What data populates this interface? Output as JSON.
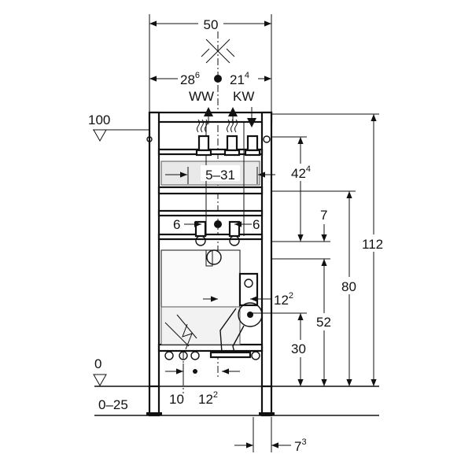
{
  "dimensions": {
    "total_width": "50",
    "left_offset": {
      "base": "28",
      "sup": "6"
    },
    "right_offset": {
      "base": "21",
      "sup": "4"
    },
    "warm_water": "WW",
    "cold_water": "KW",
    "level_top": "100",
    "level_floor": "0",
    "floor_range": "0–25",
    "supply_spacing": "5–31",
    "supply_height": {
      "base": "42",
      "sup": "4"
    },
    "drop_7": "7",
    "left_6": "6",
    "right_6": "6",
    "total_height": "112",
    "height_80": "80",
    "height_52": "52",
    "height_30": "30",
    "drain_offset": {
      "base": "12",
      "sup": "2"
    },
    "bottom_10": "10",
    "bottom_offset": {
      "base": "12",
      "sup": "2"
    },
    "foot_depth": {
      "base": "7",
      "sup": "3"
    }
  },
  "colors": {
    "line": "#111111",
    "background": "#ffffff",
    "panel": "#e9e9e9"
  }
}
